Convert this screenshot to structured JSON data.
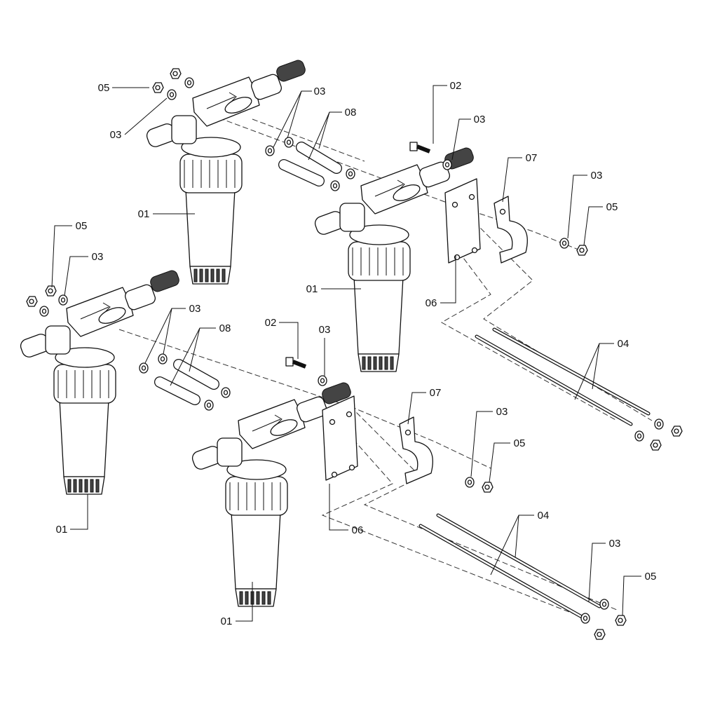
{
  "diagram": {
    "type": "exploded parts assembly",
    "callouts": [
      "05",
      "03",
      "03",
      "08",
      "01",
      "02",
      "03",
      "07",
      "03",
      "05",
      "01",
      "06",
      "05",
      "03",
      "03",
      "08",
      "02",
      "03",
      "07",
      "04",
      "03",
      "05",
      "01",
      "06",
      "04",
      "03",
      "05",
      "01"
    ]
  },
  "colors": {
    "line": "#111111",
    "background": "#ffffff"
  }
}
